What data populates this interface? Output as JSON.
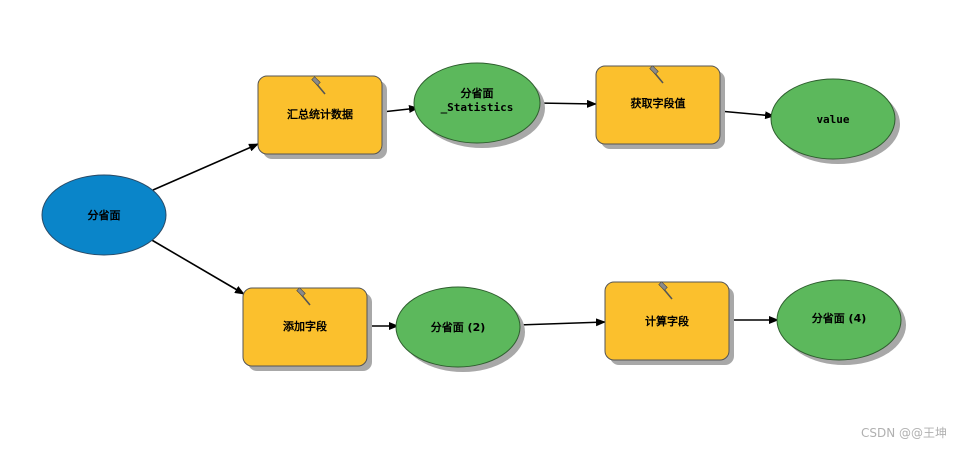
{
  "nodes": {
    "input_layer": "分省面",
    "summary_tool": "汇总统计数据",
    "statistics_output_line1": "分省面",
    "statistics_output_line2": "_Statistics",
    "get_field_tool": "获取字段值",
    "value_output": "value",
    "add_field_tool": "添加字段",
    "add_field_output": "分省面 (2)",
    "calc_field_tool": "计算字段",
    "calc_field_output": "分省面 (4)"
  },
  "watermark": "CSDN @@王坤",
  "colors": {
    "input": "#0a85c9",
    "tool": "#fbc02d",
    "output": "#5cb85c",
    "shadow": "#a8a8a8",
    "arrow": "#000000"
  },
  "icons": {
    "tool": "hammer-icon"
  }
}
